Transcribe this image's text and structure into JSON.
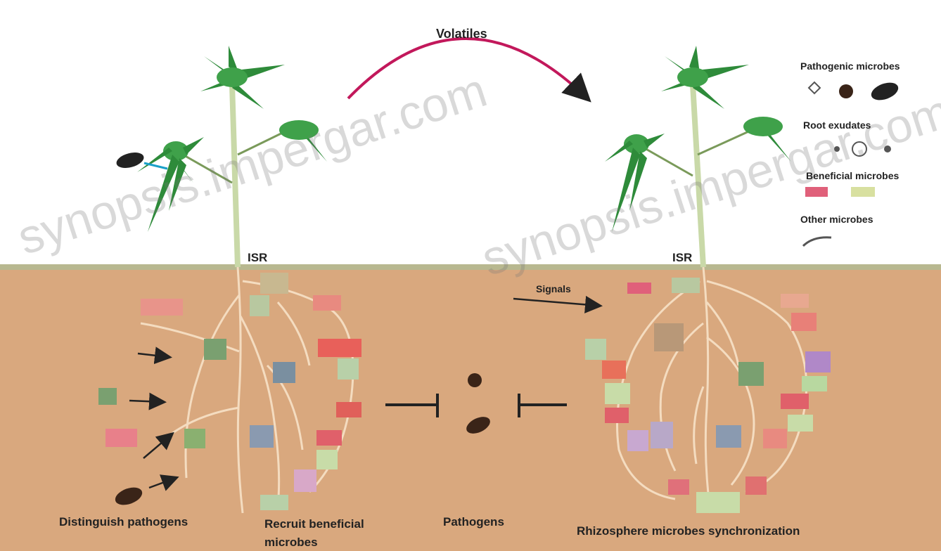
{
  "labels": {
    "volatiles": "Volatiles",
    "isr_left": "ISR",
    "isr_right": "ISR",
    "signals": "Signals"
  },
  "captions": {
    "distinguish": "Distinguish pathogens",
    "recruit_line1": "Recruit beneficial",
    "recruit_line2": "microbes",
    "pathogens": "Pathogens",
    "synchronization": "Rhizosphere microbes synchronization"
  },
  "legend": {
    "pathogenic": "Pathogenic microbes",
    "exudates": "Root exudates",
    "beneficial": "Beneficial microbes",
    "other": "Other microbes"
  },
  "watermark": "synopsis.impergar.com",
  "colors": {
    "soil": "#d9a87e",
    "root": "#f4dcc0",
    "leaf": "#2e8b3a",
    "volatile_arrow": "#c2185b",
    "pathogen": "#3a2418"
  }
}
